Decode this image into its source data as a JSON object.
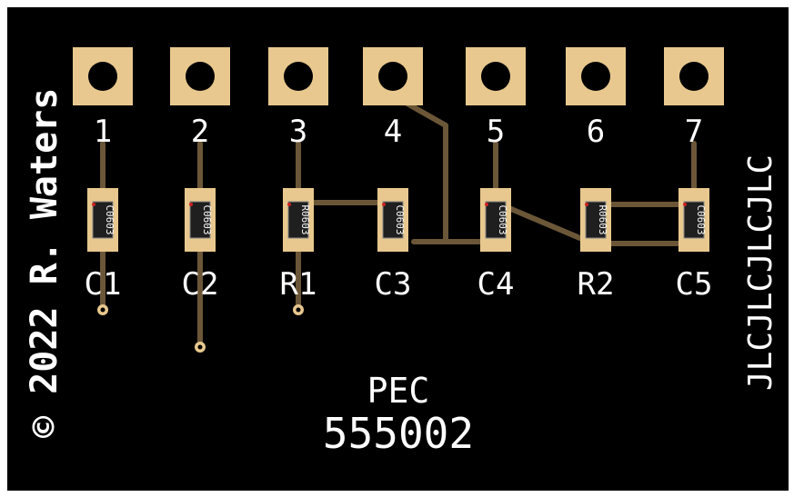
{
  "board": {
    "copyright_text": "© 2022 R. Waters",
    "side_text": "JLCJLCJLCJLC",
    "title_line1": "PEC",
    "title_line2": "555002"
  },
  "colors": {
    "board_bg": "#000000",
    "copper_pad": "#e8c88e",
    "trace": "#6b5638",
    "silkscreen": "#ffffff",
    "component_body": "#1f1f1f",
    "pin1_marker": "#cc2222"
  },
  "pins": [
    {
      "label": "1"
    },
    {
      "label": "2"
    },
    {
      "label": "3"
    },
    {
      "label": "4"
    },
    {
      "label": "5"
    },
    {
      "label": "6"
    },
    {
      "label": "7"
    }
  ],
  "components": [
    {
      "ref": "C1",
      "package": "C0603"
    },
    {
      "ref": "C2",
      "package": "C0603"
    },
    {
      "ref": "R1",
      "package": "R0603"
    },
    {
      "ref": "C3",
      "package": "C0603"
    },
    {
      "ref": "C4",
      "package": "C0603"
    },
    {
      "ref": "R2",
      "package": "R0603"
    },
    {
      "ref": "C5",
      "package": "C0603"
    }
  ]
}
